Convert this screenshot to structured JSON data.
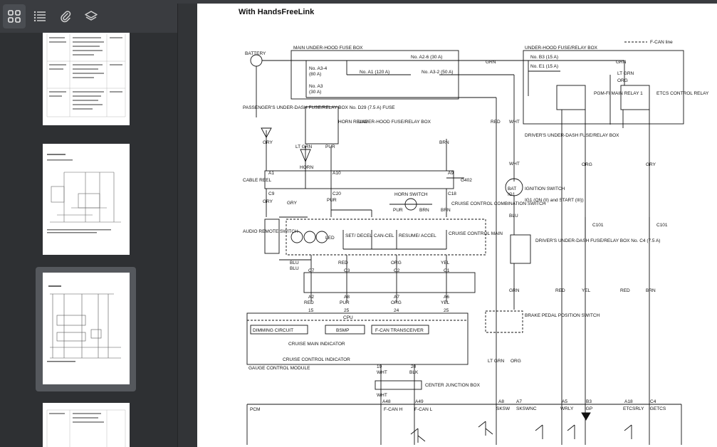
{
  "toolbar": {
    "tools": [
      {
        "name": "thumbnails-icon",
        "active": true
      },
      {
        "name": "outline-icon",
        "active": false
      },
      {
        "name": "attachments-icon",
        "active": false
      },
      {
        "name": "layers-icon",
        "active": false
      }
    ]
  },
  "document": {
    "title": "With HandsFreeLink"
  },
  "diagram": {
    "labels": {
      "battery": "BATTERY",
      "main_fuse_box": "MAIN UNDER-HOOD FUSE BOX",
      "underhood_relay_box": "UNDER-HOOD FUSE/RELAY BOX",
      "fcan_line": "F-CAN line",
      "fuse_a3_4": "No. A3-4",
      "fuse_a3_4_rating": "(80 A)",
      "fuse_a3": "No. A3",
      "fuse_a3_rating": "(30 A)",
      "fuse_a2_6": "No. A2-6 (30 A)",
      "fuse_a1": "No. A1 (120 A)",
      "fuse_a3_2": "No. A3-2 (50 A)",
      "fuse_b3": "No. B3 (15 A)",
      "fuse_e1": "No. E1 (15 A)",
      "passenger_fuse": "PASSENGER'S UNDER-DASH FUSE/RELAY BOX No. D29 (7.5 A) FUSE",
      "horn_relay": "HORN RELAY",
      "underhood_relay_box2": "UNDER-HOOD FUSE/RELAY BOX",
      "pgm_fi_relay": "PGM-FI MAIN RELAY 1",
      "etcs_relay": "ETCS CONTROL RELAY",
      "drivers_fuse_box": "DRIVER'S UNDER-DASH FUSE/RELAY BOX",
      "horn": "HORN",
      "cable_reel": "CABLE REEL",
      "horn_switch": "HORN SWITCH",
      "cruise_combo": "CRUISE CONTROL COMBINATION SWITCH",
      "audio_remote": "AUDIO REMOTE SWITCH",
      "led": "LED",
      "set_decel": "SET/ DECEL",
      "cancel": "CAN-CEL",
      "resume_accel": "RESUME/ ACCEL",
      "cruise_main": "CRUISE CONTROL MAIN",
      "ignition_switch": "IGNITION SWITCH",
      "ig1_on": "IG1 (ON (II) and START (III))",
      "drivers_fuse_c4": "DRIVER'S UNDER-DASH FUSE/RELAY BOX No. C4 (7.5 A)",
      "brake_switch": "BRAKE PEDAL POSITION SWITCH",
      "cpu": "CPU",
      "dimming": "DIMMING CIRCUIT",
      "bsmp": "BSMP",
      "fcan_transceiver": "F-CAN TRANSCEIVER",
      "cruise_main_indicator": "CRUISE MAIN INDICATOR",
      "cruise_control_indicator": "CRUISE CONTROL INDICATOR",
      "gauge_module": "GAUGE CONTROL MODULE",
      "center_junction": "CENTER JUNCTION BOX",
      "fcan_h": "F-CAN H",
      "fcan_l": "F-CAN L",
      "pcm": "PCM",
      "g402": "G402",
      "c101": "C101",
      "bat": "BAT",
      "ig1": "IG1"
    },
    "wires": {
      "grn": "GRN",
      "wht": "WHT",
      "red": "RED",
      "gry": "GRY",
      "ltgrn": "LT GRN",
      "pur": "PUR",
      "brn": "BRN",
      "blu": "BLU",
      "org": "ORG",
      "yel": "YEL",
      "blk": "BLK",
      "ltgrn2": "LT GRN"
    },
    "pins": {
      "a1": "A1",
      "a10": "A10",
      "a9": "A9",
      "c9": "C9",
      "c20": "C20",
      "c18": "C18",
      "c7": "C7",
      "c3": "C3",
      "c2": "C2",
      "c1": "C1",
      "a2": "A2",
      "a8": "A8",
      "a7": "A7",
      "a6": "A6",
      "n15": "15",
      "n25": "25",
      "n24": "24",
      "n19": "19",
      "n20": "20",
      "a48": "A48",
      "a49": "A49",
      "a5": "A5",
      "b3": "B3",
      "a18": "A18",
      "c4": "C4",
      "pcm_skwv": "SKSW",
      "pcm_skswnc": "SKSWNC",
      "pcm_wrly": "WRLY",
      "pcm_igp": "IGP",
      "pcm_etcsrly": "ETCSRLY",
      "pcm_igetcs": "IGETCS"
    }
  }
}
